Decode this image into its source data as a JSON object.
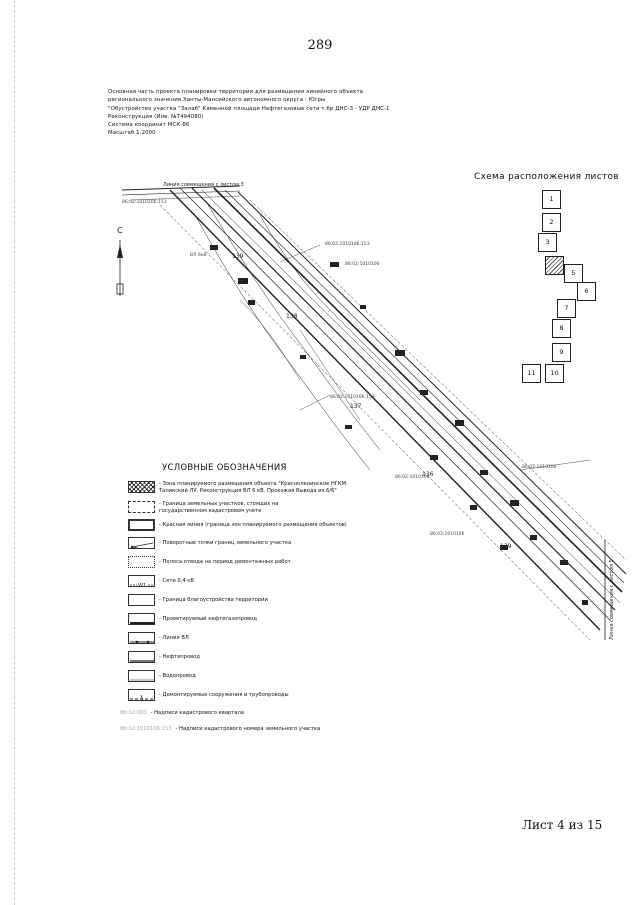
{
  "page_number": "289",
  "description": [
    "Основная часть проекта планировки территории для размещения линейного объекта",
    "регионального значения Ханты-Мансийского автономного округа - Югры",
    "\"Обустройство участка \"Залаб\" Каменной площади Нефтегазовые сети т.бр ДНС-3 - УДР ДНС-1",
    "Реконструкция (Инв. №T494080)",
    "Система координат МСК-86",
    "Масштаб 1:2000"
  ],
  "map": {
    "top_label": "Линия совмещения с листом 3",
    "right_label": "Линия совмещения с листом 5",
    "north_arrow": "С",
    "elevations": [
      "139",
      "137",
      "138",
      "136",
      "139"
    ],
    "icons": [
      "compass-north-arrow"
    ]
  },
  "sheet_index": {
    "title": "Схема расположения листов",
    "cells": [
      "1",
      "2",
      "3",
      "",
      "5",
      "6",
      "7",
      "8",
      "9",
      "10",
      "11"
    ],
    "current_sheet": "4"
  },
  "legend": {
    "title": "УСЛОВНЫЕ ОБОЗНАЧЕНИЯ",
    "items": [
      {
        "lines": [
          "- Зона планируемого размещения объекта \"Красноленинское НГКМ.",
          "Таликский ЛУ. Реконструкция ВЛ 6 кВ. Проезжая Вывода из 6/6\""
        ]
      },
      {
        "lines": [
          "- Граница земельных участков,    стоящих на",
          "государственном кадастровом учете"
        ]
      },
      {
        "lines": [
          "- Красная линия (граница зон планируемого размещения объектов)"
        ]
      },
      {
        "lines": [
          "- Поворотные точки границ земельного участка"
        ]
      },
      {
        "lines": [
          "- Полоса отвода на период демонтажных работ"
        ]
      },
      {
        "lines": [
          "- Сети 0,4 кВ"
        ],
        "sym": "W1"
      },
      {
        "lines": [
          "- Граница благоустройства территории"
        ]
      },
      {
        "lines": [
          "- Проектируемый нефтегазопровод"
        ]
      },
      {
        "lines": [
          "- Линия ВЛ"
        ]
      },
      {
        "lines": [
          "- Нефтепровод"
        ]
      },
      {
        "lines": [
          "- Водопровод"
        ]
      },
      {
        "lines": [
          "- Демонтируемые сооружения и трубопроводы"
        ]
      }
    ],
    "notes": [
      {
        "sample": "86:02:000",
        "text": "- Надписи кадастрового квартала"
      },
      {
        "sample": "86:02:1010106:153",
        "text": "- Надписи кадастрового номера земельного участка"
      }
    ]
  },
  "footer": {
    "sheet_label": "Лист 4 из 15"
  }
}
